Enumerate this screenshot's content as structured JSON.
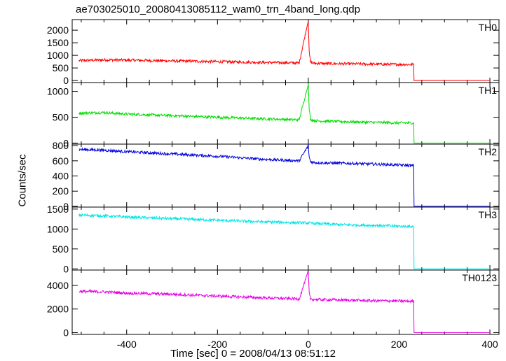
{
  "chart_data": {
    "type": "line",
    "title": "ae703025010_20080413085112_wam0_trn_4band_long.qdp",
    "xlabel": "Time [sec] 0 = 2008/04/13 08:51:12",
    "ylabel": "Counts/sec",
    "xlim": [
      -520,
      420
    ],
    "xticks": [
      -400,
      -200,
      0,
      200,
      400
    ],
    "grid": false,
    "panels": [
      {
        "name": "TH0",
        "color": "#ff0000",
        "ylim": [
          -80,
          2420
        ],
        "yticks": [
          0,
          500,
          1000,
          1500,
          2000
        ],
        "x": [
          -505,
          -450,
          -400,
          -300,
          -200,
          -100,
          -20,
          0,
          2,
          5,
          10,
          20,
          50,
          100,
          150,
          200,
          232,
          233,
          240,
          300,
          400
        ],
        "values": [
          790,
          820,
          810,
          780,
          750,
          720,
          700,
          2400,
          1100,
          750,
          690,
          680,
          670,
          660,
          650,
          640,
          640,
          0,
          0,
          0,
          0
        ]
      },
      {
        "name": "TH1",
        "color": "#00dd00",
        "ylim": [
          -20,
          1170
        ],
        "yticks": [
          0,
          500,
          1000
        ],
        "x": [
          -505,
          -450,
          -400,
          -300,
          -200,
          -100,
          -20,
          0,
          2,
          5,
          10,
          20,
          50,
          100,
          150,
          200,
          232,
          233,
          240,
          300,
          400
        ],
        "values": [
          580,
          590,
          560,
          530,
          500,
          470,
          450,
          1150,
          650,
          460,
          440,
          430,
          420,
          410,
          400,
          390,
          390,
          0,
          0,
          0,
          0
        ]
      },
      {
        "name": "TH2",
        "color": "#0000dd",
        "ylim": [
          -10,
          820
        ],
        "yticks": [
          0,
          200,
          400,
          600,
          800
        ],
        "x": [
          -505,
          -450,
          -400,
          -300,
          -200,
          -100,
          -20,
          0,
          2,
          5,
          10,
          20,
          50,
          100,
          150,
          200,
          232,
          233,
          240,
          300,
          400
        ],
        "values": [
          750,
          740,
          720,
          690,
          660,
          620,
          600,
          800,
          650,
          590,
          580,
          575,
          570,
          565,
          555,
          545,
          535,
          0,
          0,
          0,
          0
        ]
      },
      {
        "name": "TH3",
        "color": "#00e5e5",
        "ylim": [
          -30,
          1550
        ],
        "yticks": [
          0,
          500,
          1000,
          1500
        ],
        "x": [
          -505,
          -450,
          -400,
          -300,
          -200,
          -100,
          0,
          50,
          100,
          150,
          200,
          232,
          233,
          240,
          300,
          400
        ],
        "values": [
          1350,
          1330,
          1300,
          1260,
          1220,
          1180,
          1150,
          1120,
          1100,
          1090,
          1070,
          1060,
          0,
          0,
          0,
          0
        ]
      },
      {
        "name": "TH0123",
        "color": "#e600e6",
        "ylim": [
          -150,
          5300
        ],
        "yticks": [
          0,
          2000,
          4000
        ],
        "x": [
          -505,
          -450,
          -400,
          -300,
          -200,
          -100,
          -20,
          0,
          2,
          5,
          10,
          20,
          50,
          100,
          150,
          200,
          232,
          233,
          240,
          300,
          400
        ],
        "values": [
          3500,
          3450,
          3350,
          3250,
          3100,
          2950,
          2850,
          5200,
          3300,
          2870,
          2820,
          2800,
          2780,
          2740,
          2700,
          2680,
          2650,
          0,
          0,
          0,
          0
        ]
      }
    ]
  }
}
